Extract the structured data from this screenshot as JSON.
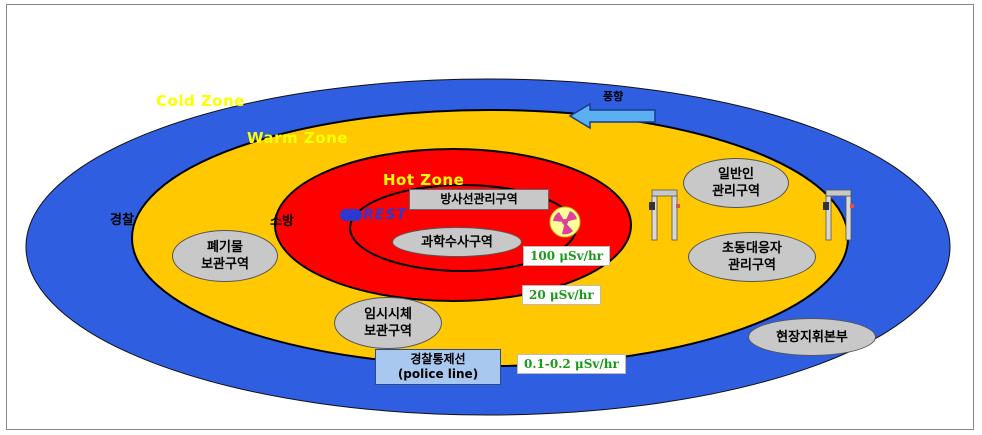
{
  "zones": {
    "cold": "Cold Zone",
    "warm": "Warm Zone",
    "hot": "Hot Zone"
  },
  "labels": {
    "police_side": "경찰",
    "fire_side": "소방",
    "wind": "풍향",
    "radiation_area": "방사선관리구역",
    "forensic": "과학수사구역",
    "waste": "폐기물\n보관구역",
    "corpse": "임시시체\n보관구역",
    "public": "일반인\n관리구역",
    "responder": "초동대응자\n관리구역",
    "command": "현장지휘본부",
    "police_line": "경찰통제선\n(police line)",
    "logo": "REST"
  },
  "doses": {
    "hot": "100 μSv/hr",
    "warm": "20 μSv/hr",
    "cold": "0.1-0.2 μSv/hr"
  },
  "colors": {
    "cold": "#2f5fe0",
    "warm": "#ffc800",
    "hot": "#ff0000",
    "zone_title_yellow": "#ffff00",
    "hot_title": "#ffff00",
    "dose_text": "#1a9a1a"
  }
}
